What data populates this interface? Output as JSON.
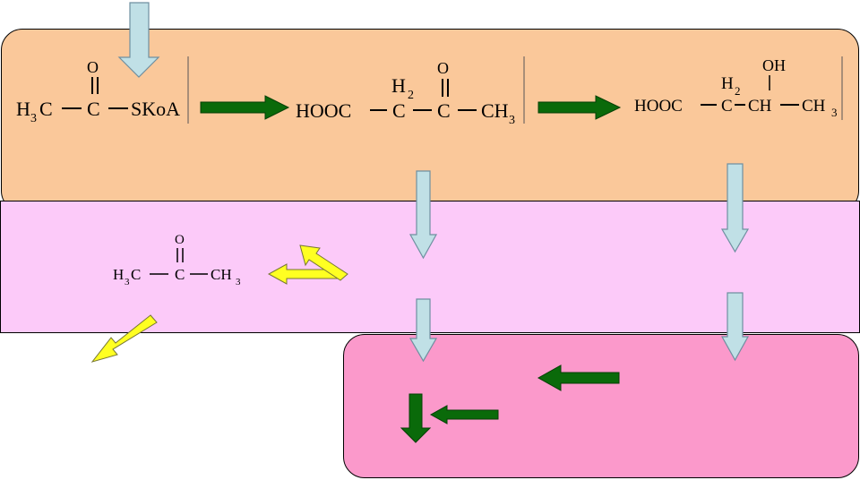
{
  "colors": {
    "top_band": "#fac89a",
    "middle_band": "#fccaf9",
    "bottom_band": "#fb99cb",
    "green_arrow": "#0a6a0a",
    "blue_arrow": "#c0e0e6",
    "yellow_arrow": "#ffff22"
  },
  "acetyl_coa": {
    "h": "H",
    "three": "3",
    "c1": "C",
    "c2": "C",
    "o": "O",
    "skoa": "SKoA"
  },
  "acetoacetate": {
    "hooc": "HOOC",
    "c1": "C",
    "h2_h": "H",
    "h2_2": "2",
    "c2": "C",
    "o": "O",
    "ch": "CH",
    "three": "3"
  },
  "hydroxybutyrate": {
    "hooc": "HOOC",
    "c1": "C",
    "h2_h": "H",
    "h2_2": "2",
    "ch_mid": "CH",
    "oh": "OH",
    "ch": "CH",
    "three": "3"
  },
  "acetone": {
    "h": "H",
    "three_a": "3",
    "c1": "C",
    "c2": "C",
    "o": "O",
    "ch": "CH",
    "three_b": "3"
  }
}
